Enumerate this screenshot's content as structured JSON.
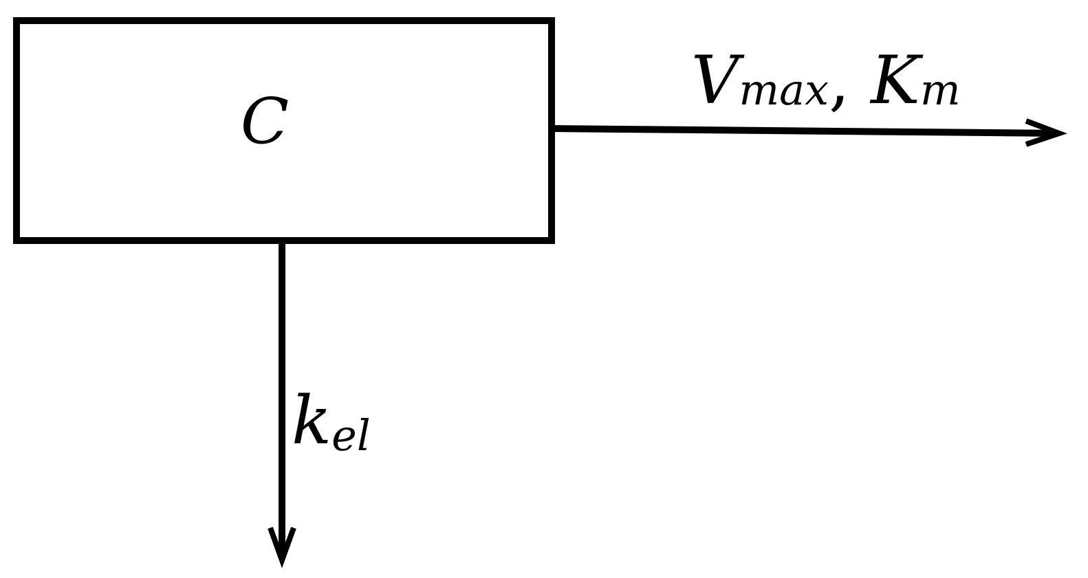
{
  "diagram": {
    "compartment": {
      "label": "C"
    },
    "outflows": [
      {
        "direction": "right",
        "label_main": "V",
        "label_sub": "max",
        "separator": ", ",
        "label_main2": "K",
        "label_sub2": "m"
      },
      {
        "direction": "down",
        "label_main": "k",
        "label_sub": "el"
      }
    ]
  },
  "colors": {
    "stroke": "#000000",
    "background": "#ffffff"
  }
}
